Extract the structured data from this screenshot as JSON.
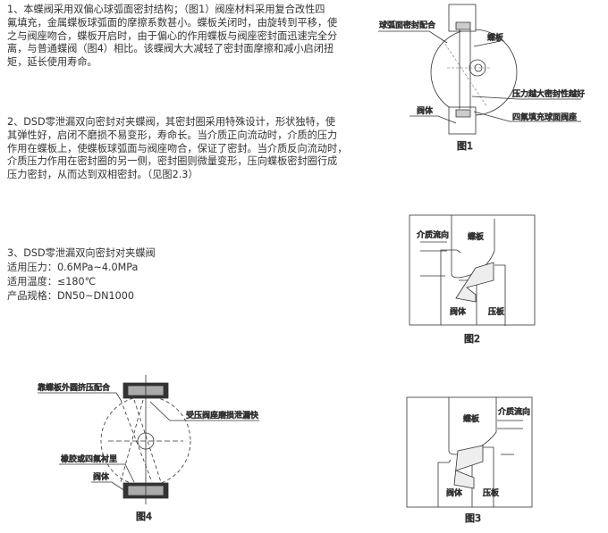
{
  "section1": {
    "lines": [
      "1、本蝶阀采用双偏心球弧面密封结构；（图1）阀座材料采用复合改性四",
      "氟填充，金属蝶板球弧面的摩擦系数甚小。蝶板关闭时，由旋转到平移，使",
      "之与阀座吻合，蝶板开启时，由于偏心的作用蝶板与阀座密封面迅速完全分",
      "离，与普通蝶阀（图4）相比。该蝶阀大大减轻了密封面摩擦和减小启闭扭",
      "矩，延长使用寿命。"
    ]
  },
  "section2": {
    "lines": [
      "2、DSD零泄漏双向密封对夹蝶阀，其密封圈采用特殊设计，形状独特，使",
      "其弹性好，启闭不磨损不易变形，寿命长。当介质正向流动时，介质的压力",
      "作用在蝶板上，使蝶板球弧面与阀座吻合，保证了密封。当介质反向流动时，",
      "介质压力作用在密封圈的另一侧，密封圈则微量变形，压向蝶板密封圈行成",
      "压力密封，从而达到双相密封。（见图2.3）"
    ]
  },
  "section3": {
    "title": "3、DSD零泄漏双向密封对夹蝶阀",
    "lines": [
      "适用压力：0.6MPa~4.0MPa",
      "适用温度：≤180℃",
      "产品规格：DN50~DN1000"
    ]
  },
  "fig1": {
    "caption": "图1",
    "labels": [
      "球弧面密封配合",
      "蝶板",
      "压力越大密封性越好",
      "阀体",
      "四氟填充球面阀座"
    ]
  },
  "fig2": {
    "caption": "图2",
    "labels": [
      "介质流向",
      "蝶板",
      "阀体",
      "压板"
    ]
  },
  "fig3": {
    "caption": "图3",
    "labels": [
      "蝶板",
      "介质流向",
      "阀体",
      "压板"
    ]
  },
  "fig4": {
    "caption": "图4",
    "labels": [
      "靠蝶板外圆挤压配合",
      "受压阀座磨损泄漏快",
      "橡胶或四氟衬里",
      "阀体"
    ]
  }
}
